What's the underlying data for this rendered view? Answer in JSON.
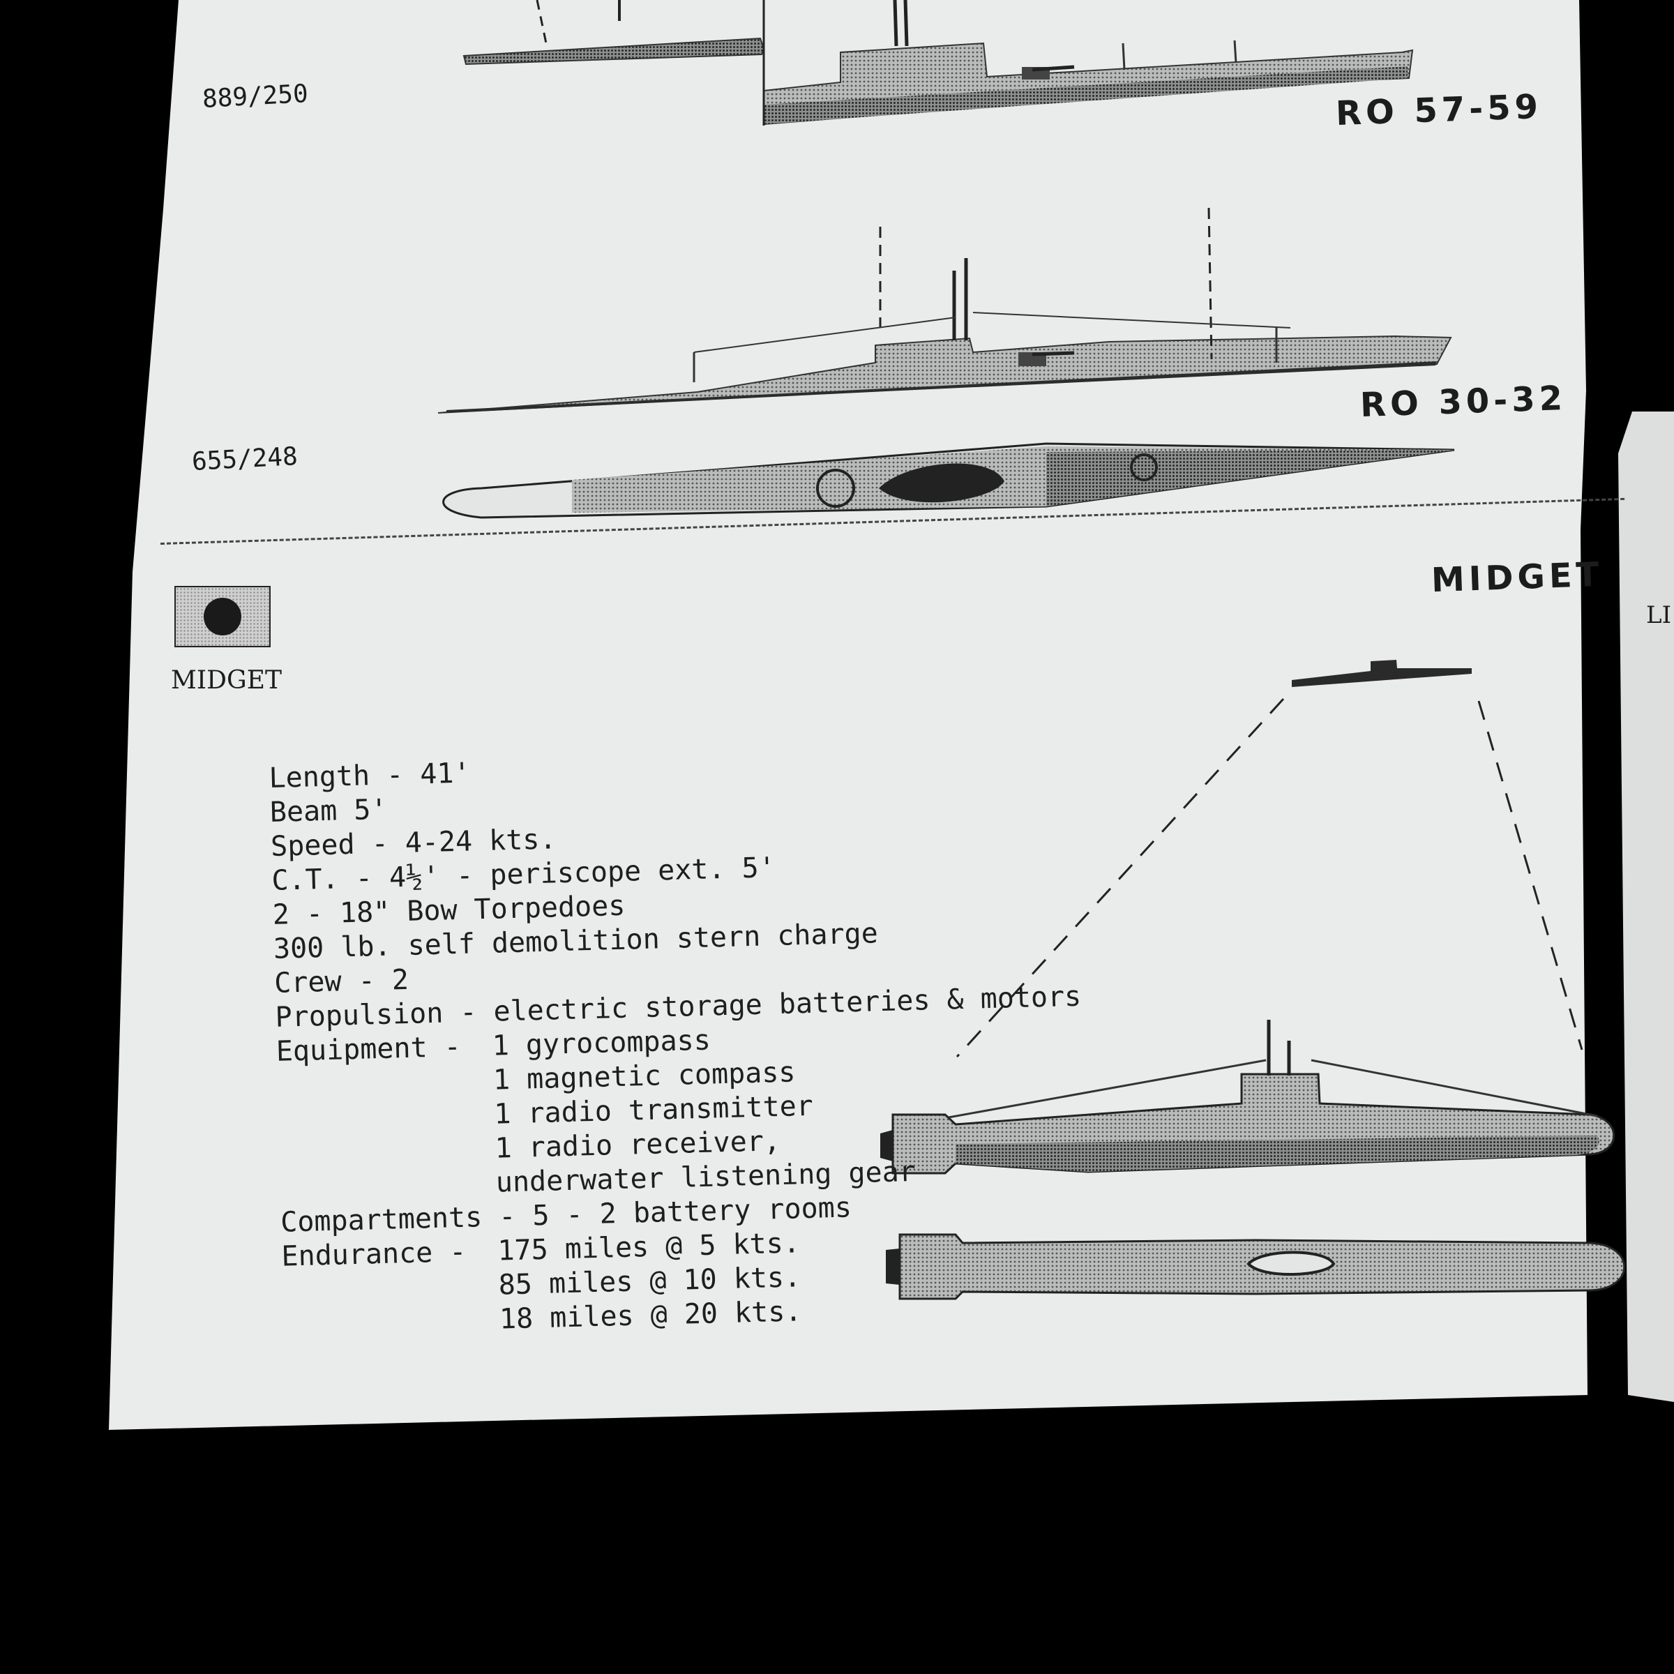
{
  "sections": [
    {
      "class_label": "RO 57-59",
      "displacement": "889/250"
    },
    {
      "class_label": "RO 30-32",
      "displacement": "655/248"
    },
    {
      "class_label": "MIDGET",
      "flag_caption": "MIDGET",
      "specs": {
        "length": "Length - 41'",
        "beam": "Beam 5'",
        "speed": "Speed - 4-24 kts.",
        "ct": "C.T. - 4½' - periscope ext. 5'",
        "torpedoes": "2 - 18\" Bow Torpedoes",
        "charge": "300 lb. self demolition stern charge",
        "crew": "Crew - 2",
        "propulsion": "Propulsion - electric storage batteries & motors",
        "equipment_label": "Equipment -",
        "equipment": [
          "1 gyrocompass",
          "1 magnetic compass",
          "1 radio transmitter",
          "1 radio receiver,",
          "underwater listening gear"
        ],
        "compartments": "Compartments - 5 - 2 battery rooms",
        "endurance_label": "Endurance -",
        "endurance": [
          "175 miles @ 5 kts.",
          "85 miles @ 10 kts.",
          "18 miles @ 20 kts."
        ]
      }
    }
  ],
  "adjacent_page_fragment": "LI"
}
